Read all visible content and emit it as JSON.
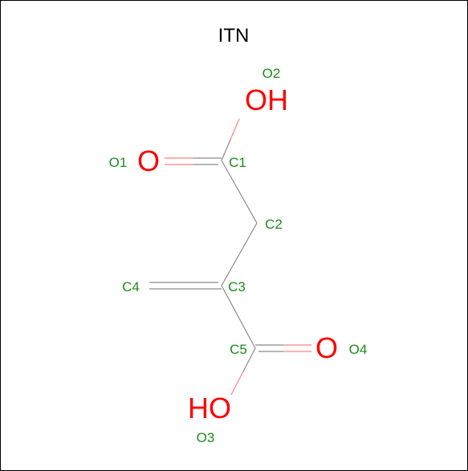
{
  "title": "ITN",
  "colors": {
    "bond": "#8a8a8a",
    "heteroatom": "#ff0000",
    "atom_label": "#1a8c1a",
    "title": "#000000",
    "border": "#000000"
  },
  "elements": {
    "oh_top": "OH",
    "o_left": "O",
    "o_right": "O",
    "ho_bottom": "HO"
  },
  "atom_labels": {
    "O1": "O1",
    "O2": "O2",
    "O3": "O3",
    "O4": "O4",
    "C1": "C1",
    "C2": "C2",
    "C3": "C3",
    "C4": "C4",
    "C5": "C5"
  }
}
